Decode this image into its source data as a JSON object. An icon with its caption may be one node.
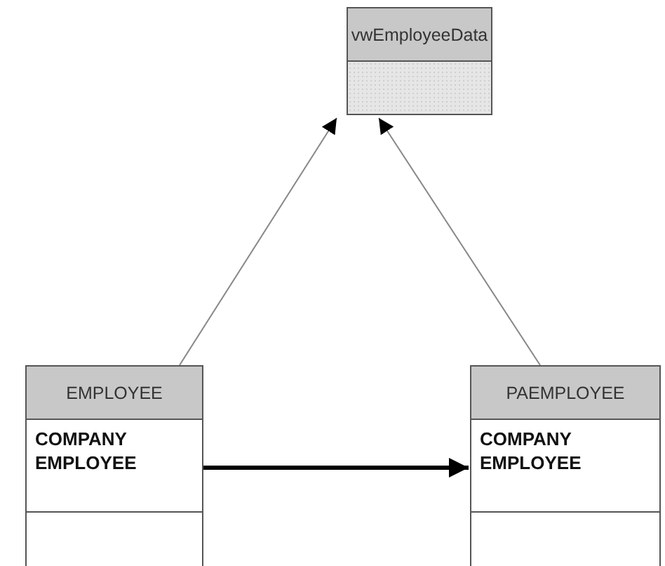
{
  "diagram": {
    "nodes": [
      {
        "text": [
          "vwEmployeeData"
        ]
      },
      {
        "text": [
          "EMPLOYEE",
          "COMPANY EMPLOYEE"
        ]
      },
      {
        "text": [
          "PAEMPLOYEE",
          "COMPANY EMPLOYEE"
        ]
      }
    ],
    "edges": [
      {
        "from": 1,
        "to": 0,
        "arrow": "to"
      },
      {
        "from": 2,
        "to": 0,
        "arrow": "to"
      },
      {
        "from": 1,
        "to": 2,
        "arrow": "to",
        "style": "thick",
        "color": "#000000"
      }
    ]
  }
}
